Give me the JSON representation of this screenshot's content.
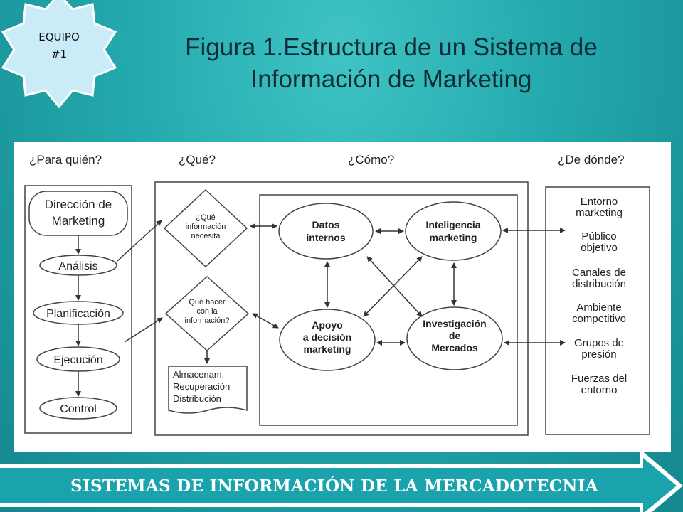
{
  "badge": {
    "line1": "EQUIPO",
    "line2": "#1"
  },
  "title": {
    "line1": "Figura 1.Estructura de un Sistema de",
    "line2": "Información de Marketing"
  },
  "diagram": {
    "headers": {
      "who": "¿Para quién?",
      "what": "¿Qué?",
      "how": "¿Cómo?",
      "where": "¿De dónde?"
    },
    "left": {
      "direccion": [
        "Dirección de",
        "Marketing"
      ],
      "analisis": "Análisis",
      "planificacion": "Planificación",
      "ejecucion": "Ejecución",
      "control": "Control"
    },
    "what": {
      "q1": [
        "¿Qué",
        "información",
        "necesita"
      ],
      "q2": [
        "Qué hacer",
        "con la",
        "información?"
      ],
      "doc": [
        "Almacenam.",
        "Recuperación",
        "Distribución"
      ]
    },
    "how": {
      "datos": [
        "Datos",
        "internos"
      ],
      "inteligencia": [
        "Inteligencia",
        "marketing"
      ],
      "apoyo": [
        "Apoyo",
        "a decisión",
        "marketing"
      ],
      "investigacion": [
        "Investigación",
        "de",
        "Mercados"
      ]
    },
    "sources": [
      [
        "Entorno",
        "marketing"
      ],
      [
        "Público",
        "objetivo"
      ],
      [
        "Canales de",
        "distribución"
      ],
      [
        "Ambiente",
        "competitivo"
      ],
      [
        "Grupos de",
        "presión"
      ],
      [
        "Fuerzas del",
        "entorno"
      ]
    ]
  },
  "footer": {
    "label": "SISTEMAS DE INFORMACIÓN DE LA MERCADOTECNIA"
  },
  "colors": {
    "teal_bg": "#23a9ad",
    "banner": "#1aa3ac",
    "star": "#c9ecf8",
    "title_text": "#0e2b36"
  }
}
